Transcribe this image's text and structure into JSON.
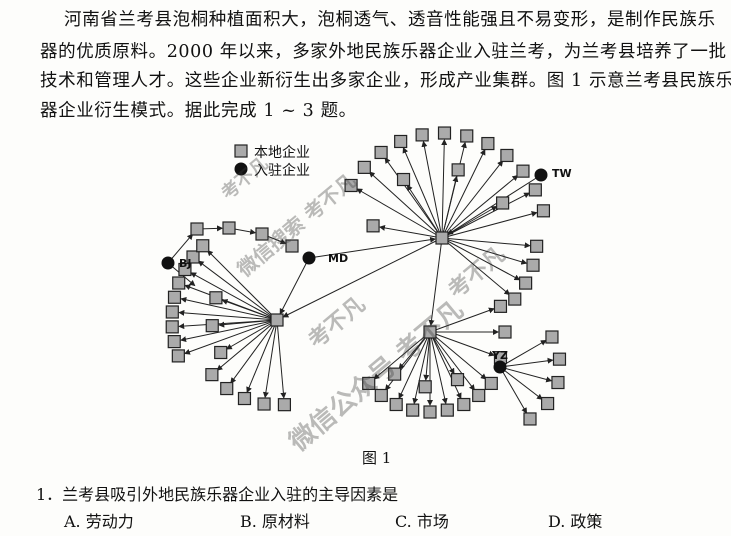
{
  "passage": {
    "line1": "河南省兰考县泡桐种植面积大，泡桐透气、透音性能强且不易变形，是制作民族乐",
    "line2": "器的优质原料。2000 年以来，多家外地民族乐器企业入驻兰考，为兰考县培养了一批",
    "line3": "技术和管理人才。这些企业新衍生出多家企业，形成产业集群。图 1 示意兰考县民族乐",
    "line4": "器企业衍生模式。据此完成 1 ~ 3 题。"
  },
  "figure": {
    "legend_local": "本地企业",
    "legend_incoming": "入驻企业",
    "labels": {
      "bj": "BJ",
      "md": "MD",
      "tw": "TW",
      "yz": "YZ"
    },
    "caption": "图 1"
  },
  "question": {
    "stem": "1．兰考县吸引外地民族乐器企业入驻的主导因素是",
    "options": [
      "A. 劳动力",
      "B. 原材料",
      "C. 市场",
      "D. 政策"
    ]
  },
  "watermarks": [
    "考不凡",
    "微信搜索 考不凡",
    "考不凡",
    "考不凡",
    "微信公众号 考不凡"
  ]
}
